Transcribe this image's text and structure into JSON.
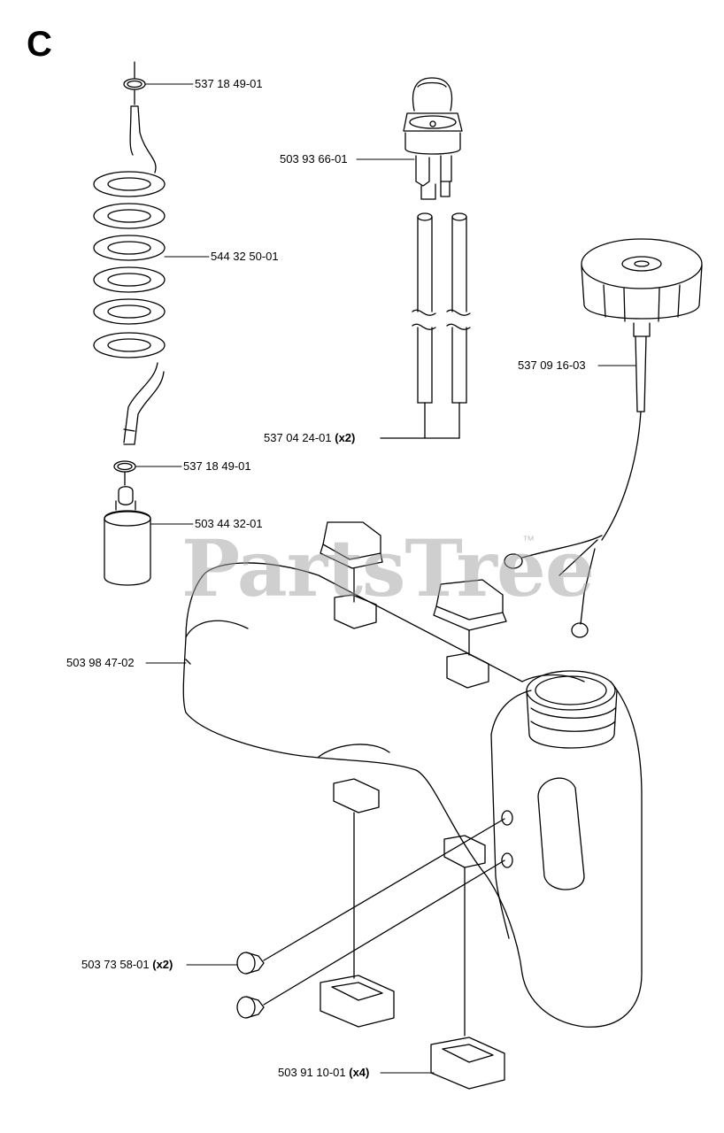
{
  "section_letter": "C",
  "watermark": "PartsTree",
  "watermark_mark": "™",
  "parts": [
    {
      "number": "537 18 49-01",
      "qty": ""
    },
    {
      "number": "544 32 50-01",
      "qty": ""
    },
    {
      "number": "537 18 49-01",
      "qty": ""
    },
    {
      "number": "503 44 32-01",
      "qty": ""
    },
    {
      "number": "503 93 66-01",
      "qty": ""
    },
    {
      "number": "537 04 24-01",
      "qty": "(x2)"
    },
    {
      "number": "537 09 16-03",
      "qty": ""
    },
    {
      "number": "503 98 47-02",
      "qty": ""
    },
    {
      "number": "503 73 58-01",
      "qty": "(x2)"
    },
    {
      "number": "503 91 10-01",
      "qty": "(x4)"
    }
  ],
  "colors": {
    "line": "#000000",
    "watermark": "#a0a0a0"
  }
}
